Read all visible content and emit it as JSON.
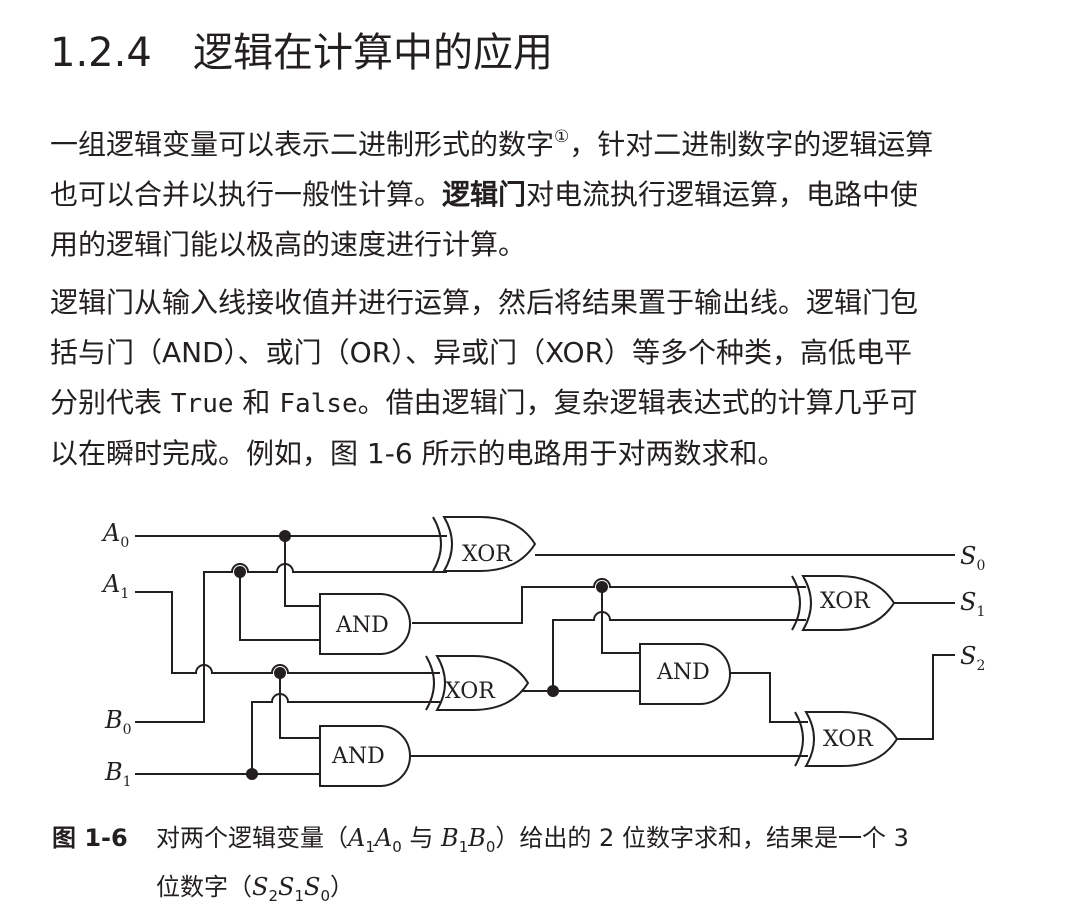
{
  "section": {
    "number": "1.2.4",
    "title": "逻辑在计算中的应用"
  },
  "paragraph1": {
    "line1_before": "一组逻辑变量可以表示二进制形式的数字",
    "footnote_mark": "①",
    "line1_after": "，针对二进制数字的逻辑运算",
    "line2_before": "也可以合并以执行一般性计算。",
    "line2_bold": "逻辑门",
    "line2_after": "对电流执行逻辑运算，电路中使",
    "line3": "用的逻辑门能以极高的速度进行计算。"
  },
  "paragraph2": {
    "line1": "逻辑门从输入线接收值并进行运算，然后将结果置于输出线。逻辑门包",
    "line2": "括与门（AND）、或门（OR）、异或门（XOR）等多个种类，高低电平",
    "line3_before": "分别代表 ",
    "code_true": "True",
    "line3_mid": " 和 ",
    "code_false": "False",
    "line3_after": "。借由逻辑门，复杂逻辑表达式的计算几乎可",
    "line4": "以在瞬时完成。例如，图 1-6 所示的电路用于对两数求和。"
  },
  "circuit": {
    "inputs": [
      {
        "letter": "A",
        "sub": "0"
      },
      {
        "letter": "A",
        "sub": "1"
      },
      {
        "letter": "B",
        "sub": "0"
      },
      {
        "letter": "B",
        "sub": "1"
      }
    ],
    "outputs": [
      {
        "letter": "S",
        "sub": "0"
      },
      {
        "letter": "S",
        "sub": "1"
      },
      {
        "letter": "S",
        "sub": "2"
      }
    ],
    "gate_labels": [
      "XOR",
      "AND",
      "XOR",
      "AND",
      "XOR",
      "AND",
      "XOR"
    ]
  },
  "caption": {
    "figure": "图 1-6",
    "text1": "对两个逻辑变量（",
    "var1a": "A",
    "sub1a": "1",
    "var1b": "A",
    "sub1b": "0",
    "text2": " 与 ",
    "var2a": "B",
    "sub2a": "1",
    "var2b": "B",
    "sub2b": "0",
    "text3": "）给出的 2 位数字求和，结果是一个 3",
    "text4": "位数字（",
    "s2": "S",
    "s2sub": "2",
    "s1": "S",
    "s1sub": "1",
    "s0": "S",
    "s0sub": "0",
    "text5": "）"
  }
}
